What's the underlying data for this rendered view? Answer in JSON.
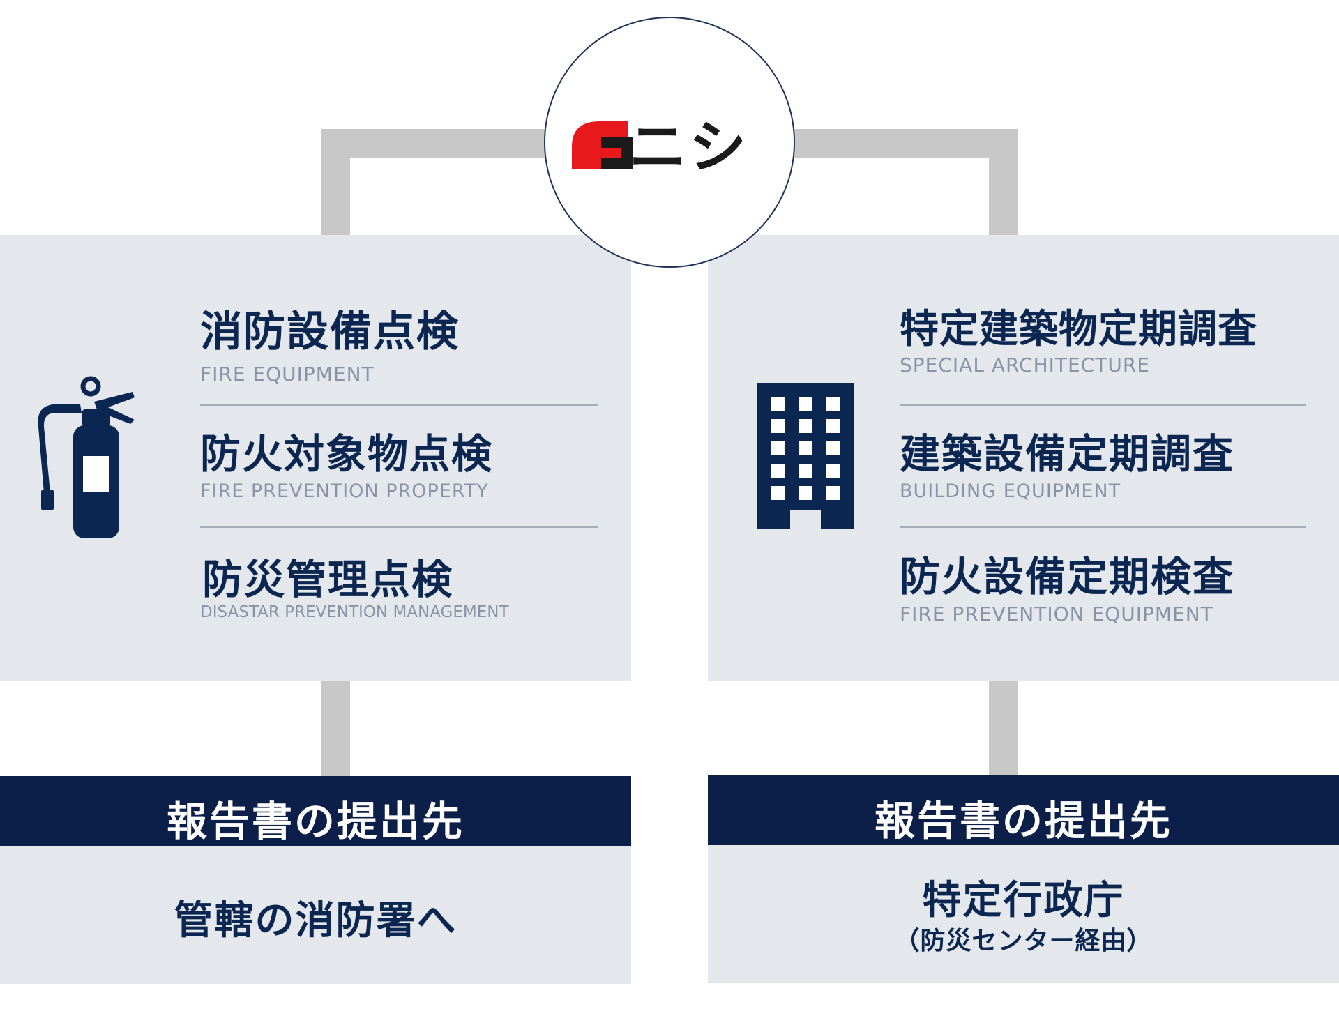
{
  "logo": {
    "text": "ニシ",
    "brand_red": "#e8191c",
    "brand_black": "#1a1a1a"
  },
  "colors": {
    "navy": "#0b1f48",
    "panel": "#e4e7ec",
    "connector": "#c8c8c8",
    "subtitle": "#8a93a6"
  },
  "left": {
    "icon": "fire-extinguisher-icon",
    "items": [
      {
        "title": "消防設備点検",
        "subtitle": "FIRE EQUIPMENT"
      },
      {
        "title": "防火対象物点検",
        "subtitle": "FIRE PREVENTION PROPERTY"
      },
      {
        "title": "防災管理点検",
        "subtitle": "DISASTAR PREVENTION MANAGEMENT"
      }
    ],
    "report_header": "報告書の提出先",
    "destination": "管轄の消防署へ"
  },
  "right": {
    "icon": "building-icon",
    "items": [
      {
        "title": "特定建築物定期調査",
        "subtitle": "SPECIAL ARCHITECTURE"
      },
      {
        "title": "建築設備定期調査",
        "subtitle": "BUILDING EQUIPMENT"
      },
      {
        "title": "防火設備定期検査",
        "subtitle": "FIRE PREVENTION EQUIPMENT"
      }
    ],
    "report_header": "報告書の提出先",
    "destination": "特定行政庁",
    "destination_note": "（防災センター経由）"
  }
}
